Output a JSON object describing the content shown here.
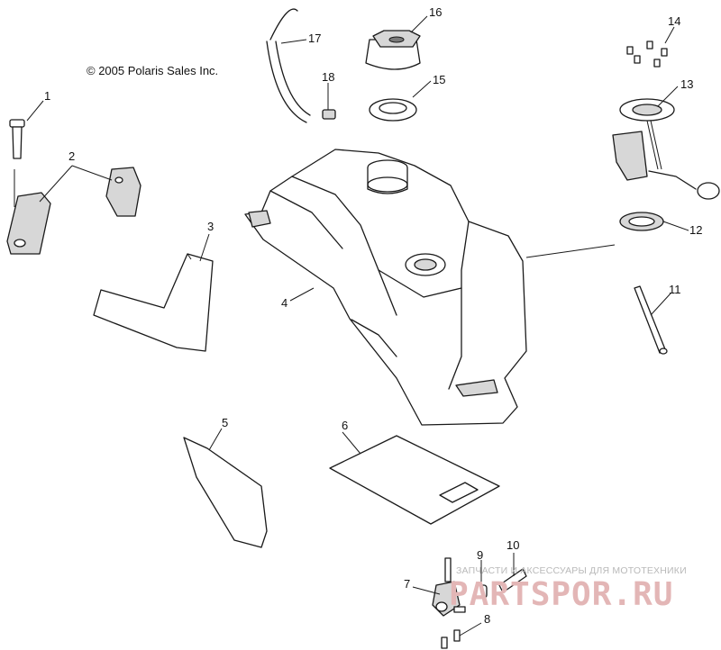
{
  "copyright": "© 2005 Polaris Sales Inc.",
  "part_numbers": [
    "1",
    "2",
    "3",
    "4",
    "5",
    "6",
    "7",
    "8",
    "9",
    "10",
    "11",
    "12",
    "13",
    "14",
    "15",
    "16",
    "17",
    "18"
  ],
  "watermark": {
    "caption": "ЗАПЧАСТИ И АКСЕССУАРЫ ДЛЯ МОТОТЕХНИКИ",
    "logo": "PARTSPOR.RU"
  }
}
